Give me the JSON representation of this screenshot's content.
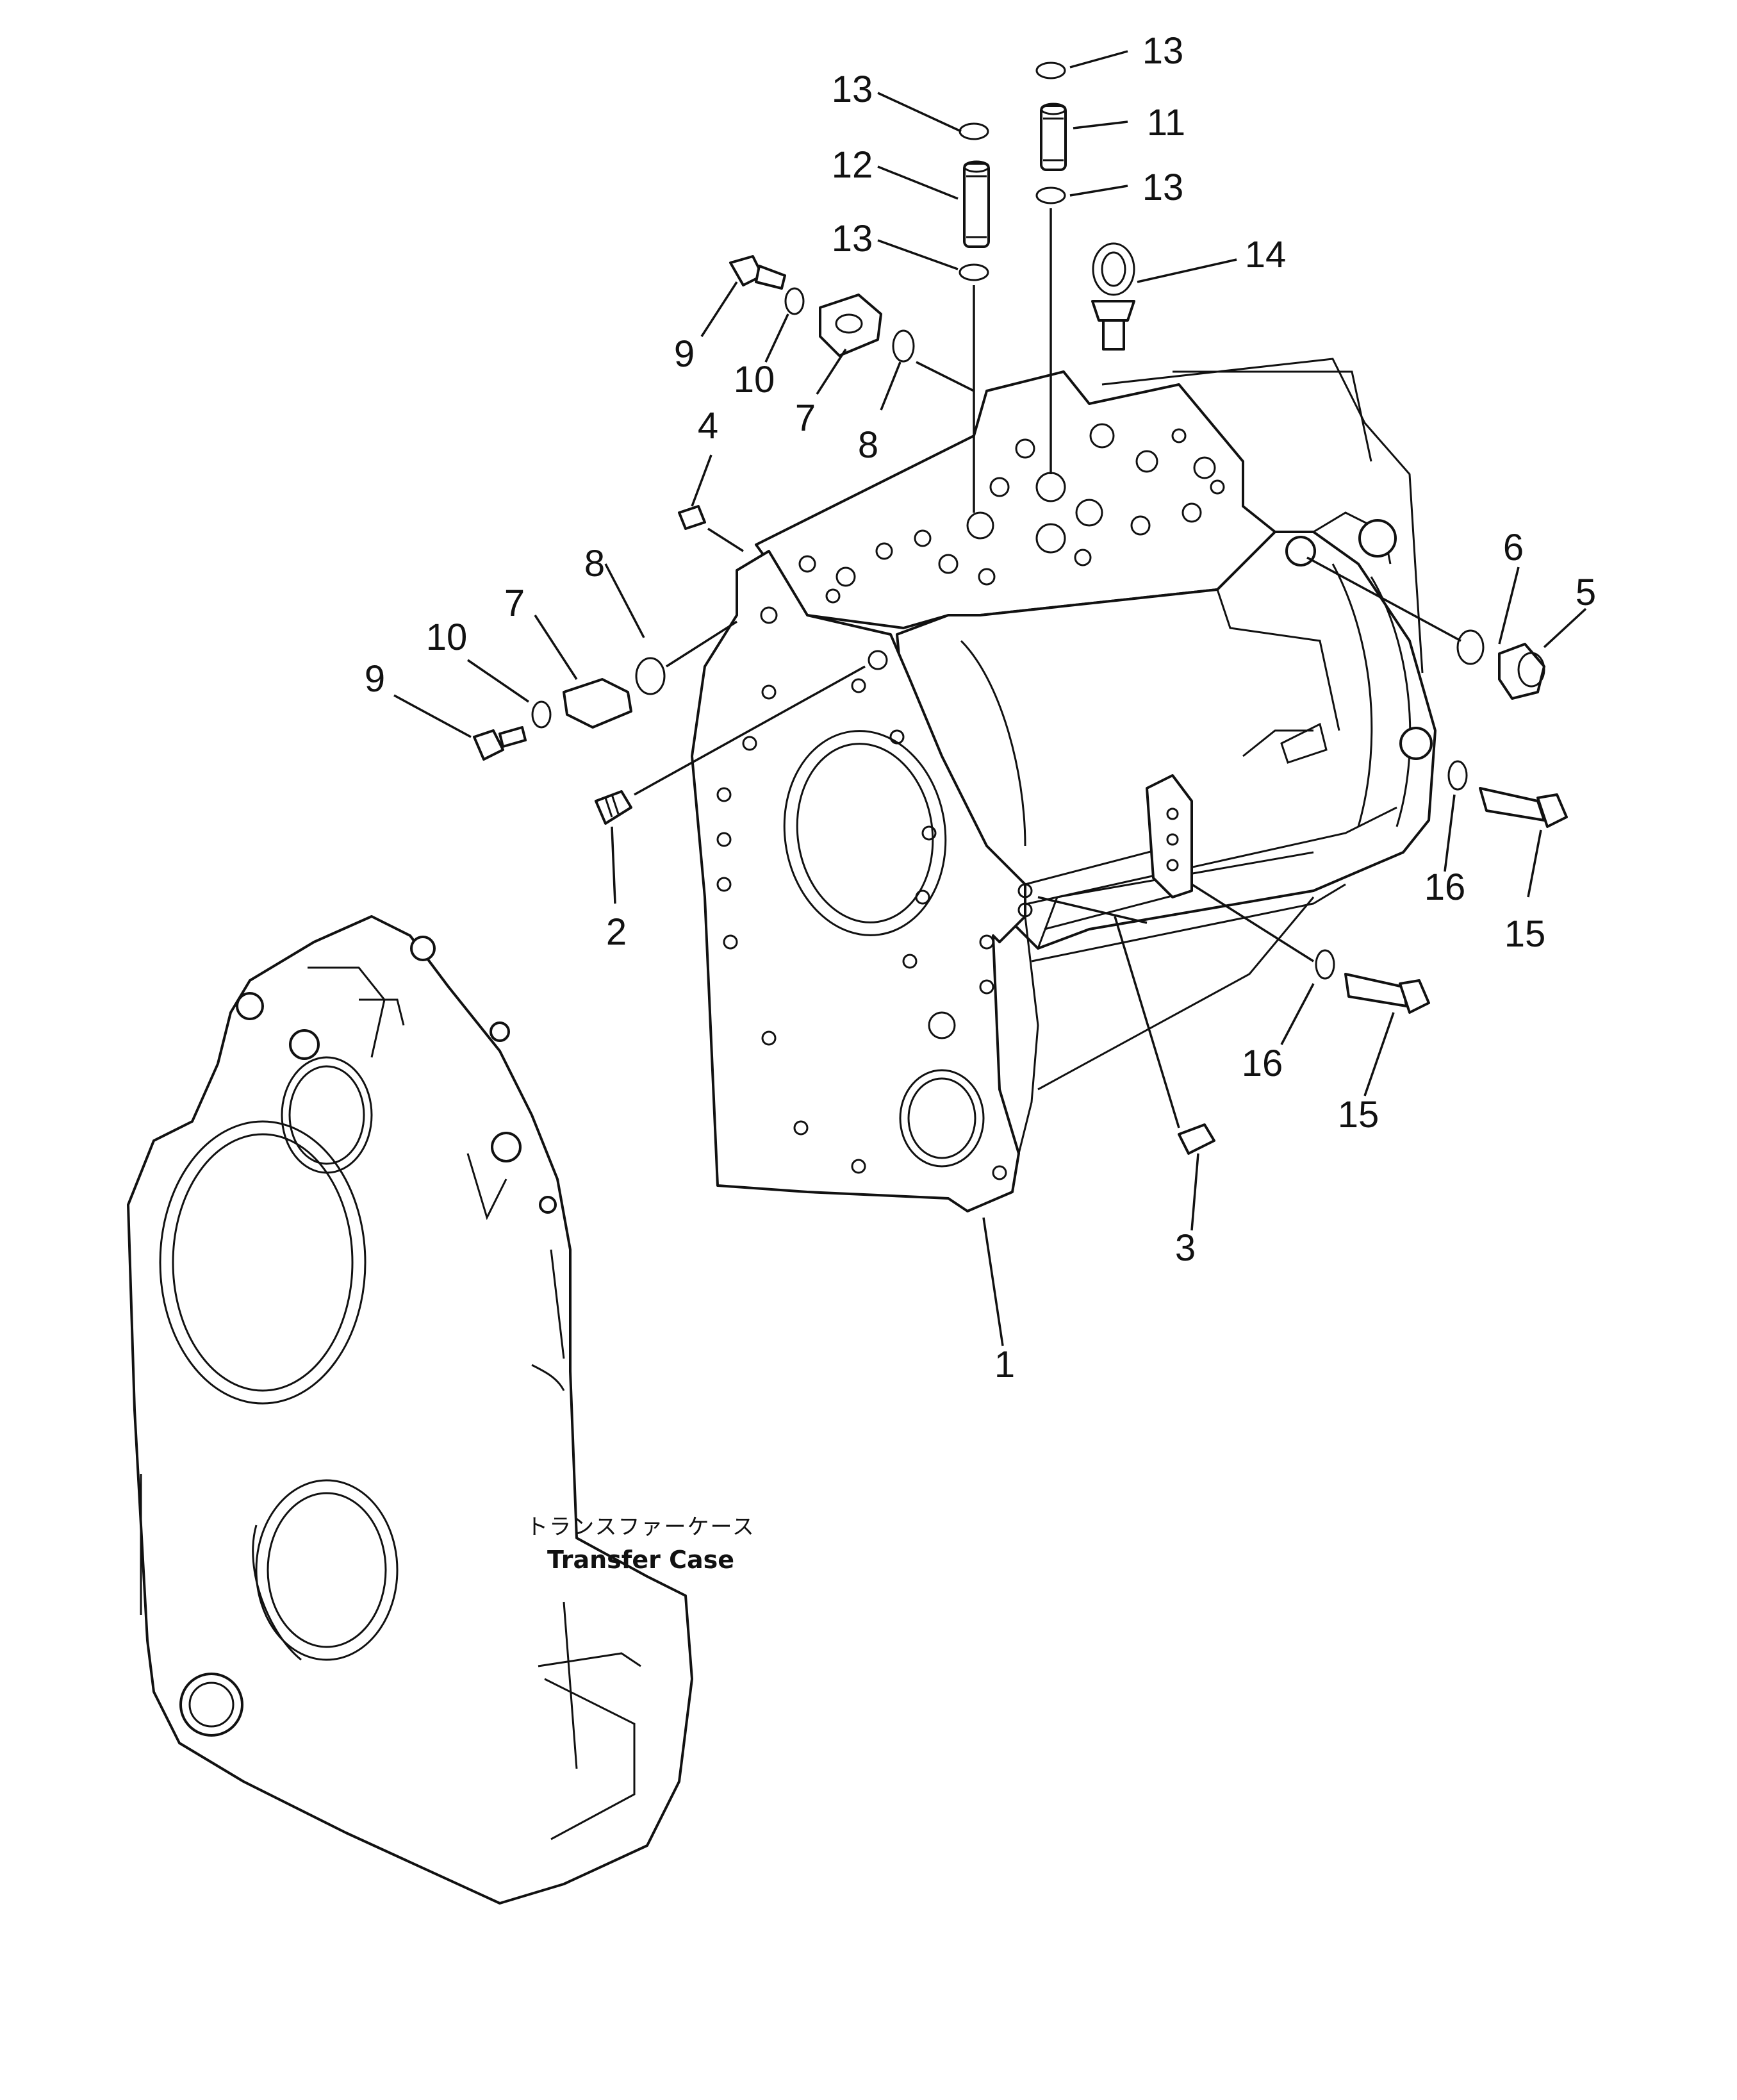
{
  "diagram": {
    "part_callouts": [
      "1",
      "2",
      "3",
      "4",
      "5",
      "6",
      "7",
      "8",
      "9",
      "10",
      "11",
      "12",
      "13",
      "14",
      "15",
      "16"
    ],
    "transfer_case_label": {
      "japanese": "トランスファーケース",
      "english": "Transfer Case"
    }
  }
}
